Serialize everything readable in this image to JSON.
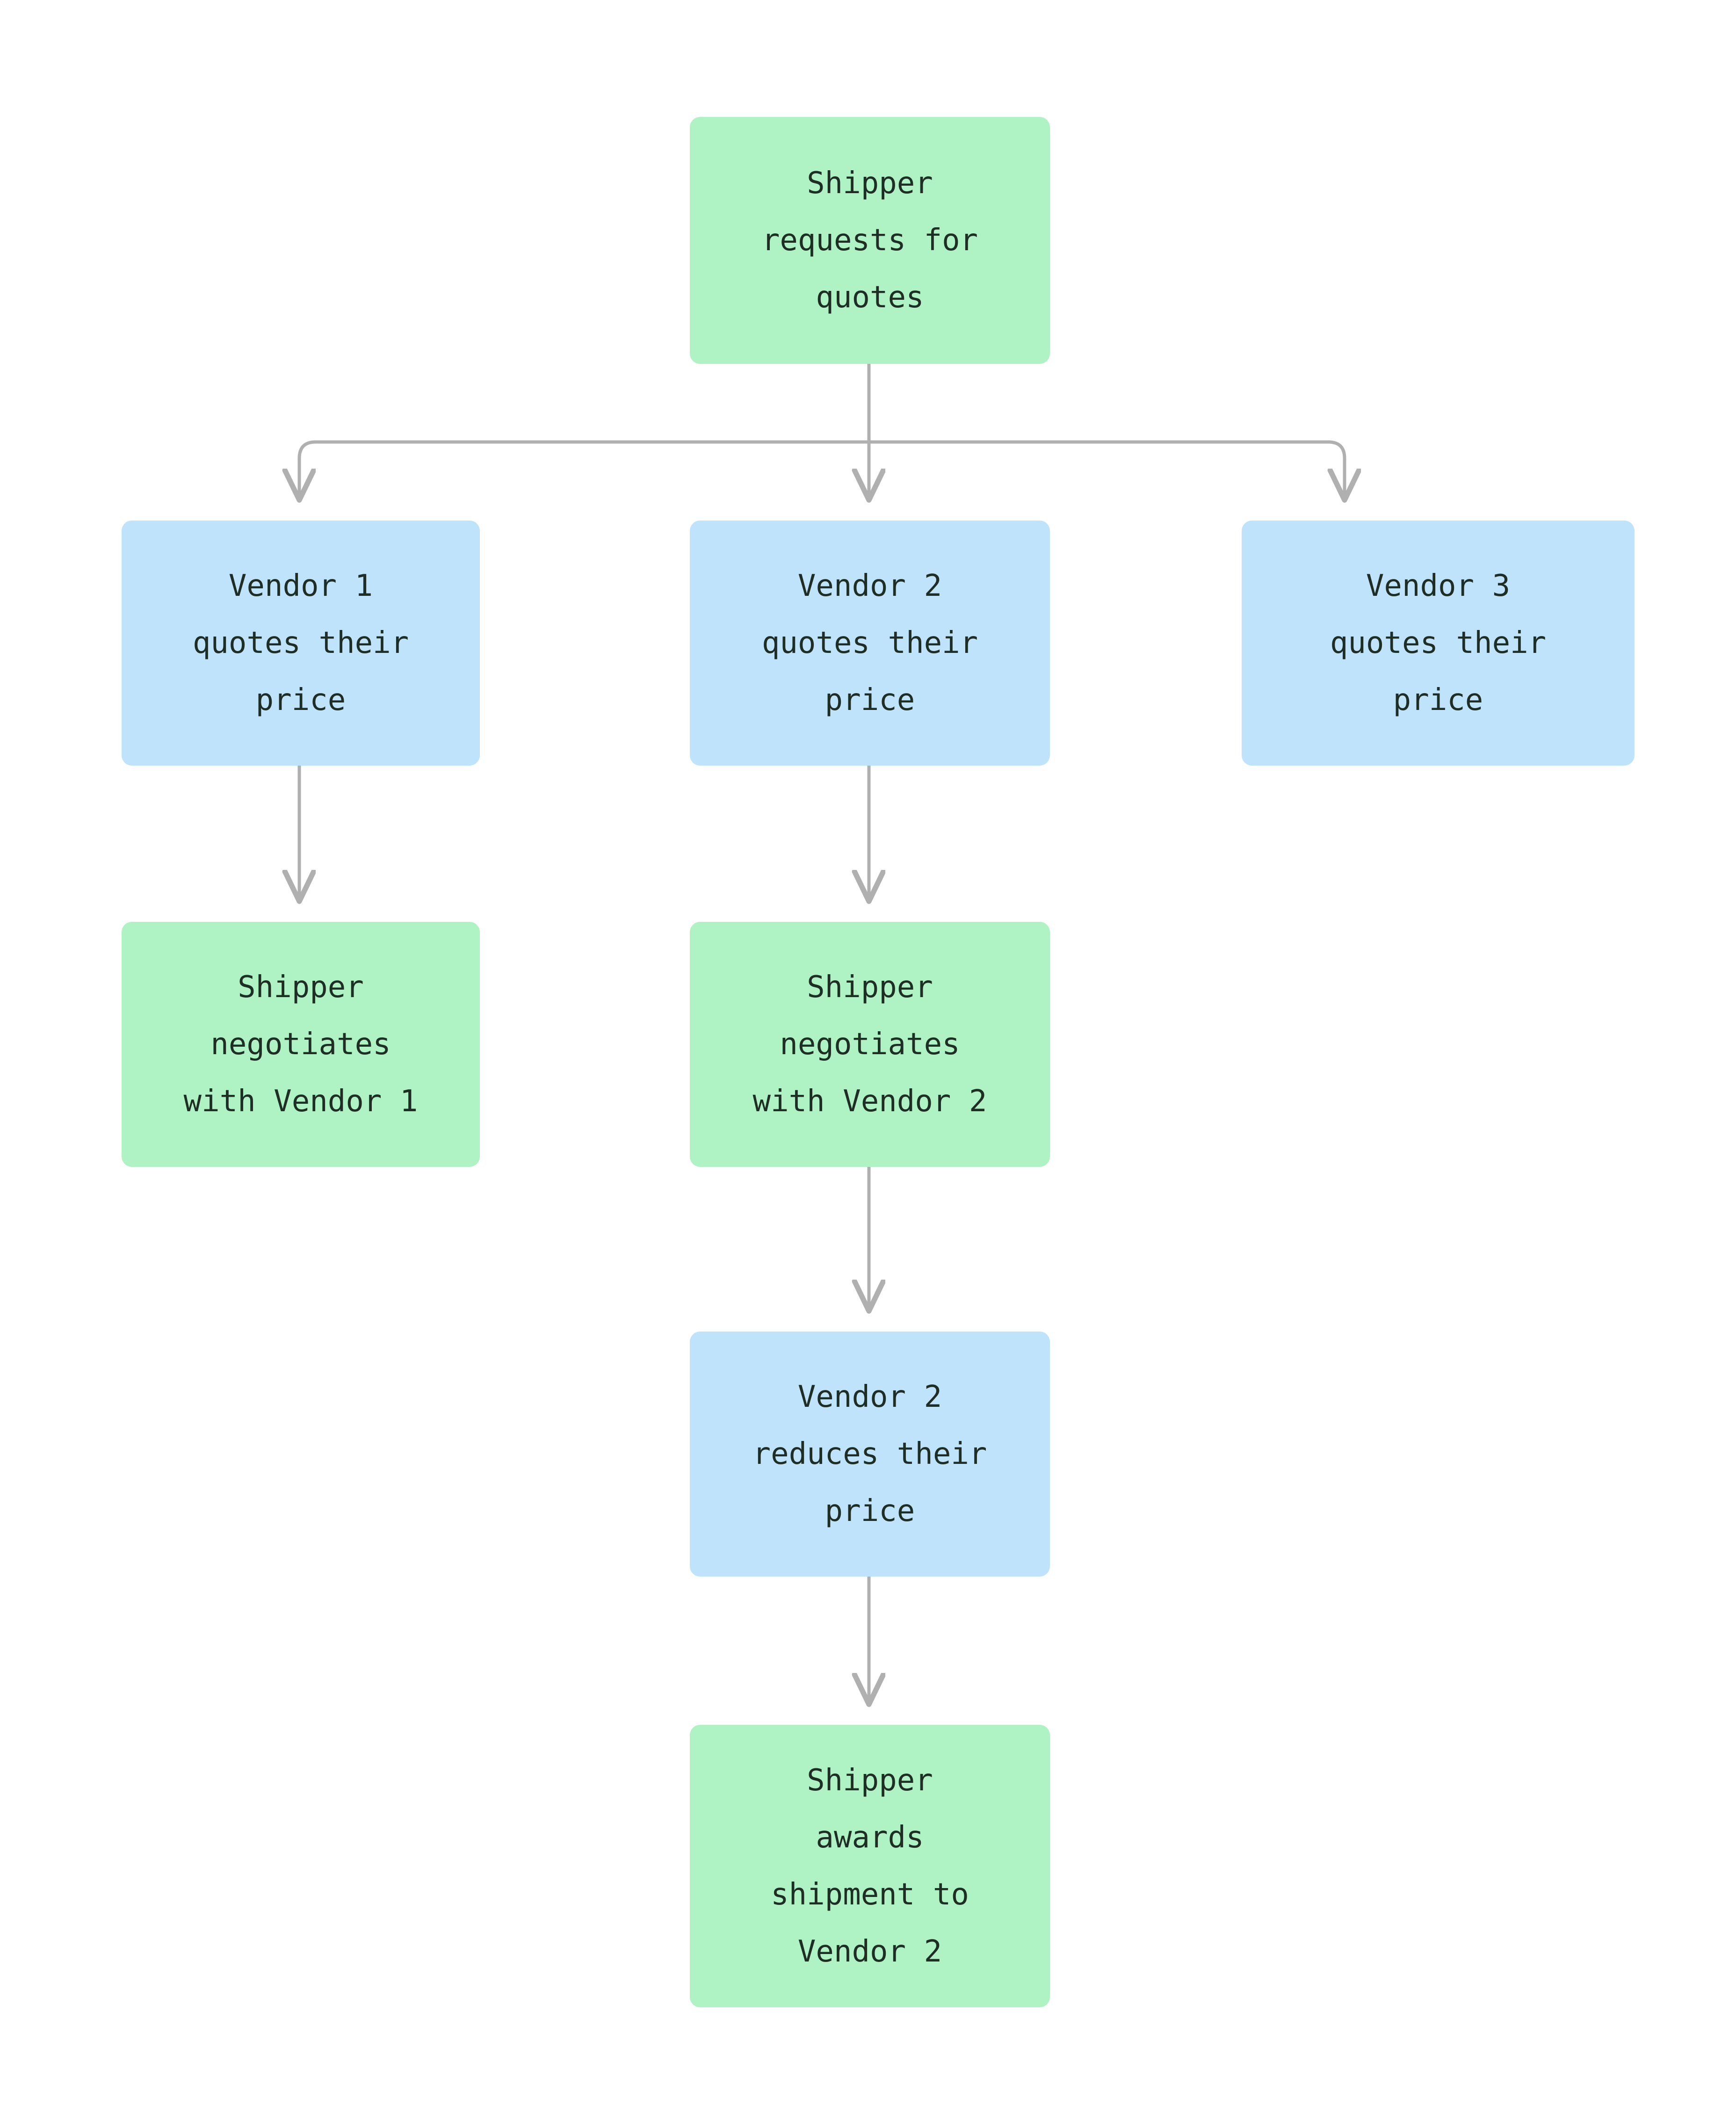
{
  "diagram": {
    "type": "flowchart",
    "orientation": "top-to-bottom",
    "background_color": "#ffffff",
    "edge_color": "#b0b0b0",
    "text_color": "#1f2e24",
    "node_fill_green": "#aff2c3",
    "node_fill_blue": "#bfe3fb",
    "nodes": [
      {
        "id": "shipper-request",
        "label": "Shipper\nrequests for\nquotes",
        "role": "shipper"
      },
      {
        "id": "vendor1-quote",
        "label": "Vendor 1\nquotes their\nprice",
        "role": "vendor"
      },
      {
        "id": "vendor2-quote",
        "label": "Vendor 2\nquotes their\nprice",
        "role": "vendor"
      },
      {
        "id": "vendor3-quote",
        "label": "Vendor 3\nquotes their\nprice",
        "role": "vendor"
      },
      {
        "id": "negotiate-v1",
        "label": "Shipper\nnegotiates\nwith Vendor 1",
        "role": "shipper"
      },
      {
        "id": "negotiate-v2",
        "label": "Shipper\nnegotiates\nwith Vendor 2",
        "role": "shipper"
      },
      {
        "id": "vendor2-reduce",
        "label": "Vendor 2\nreduces their\nprice",
        "role": "vendor"
      },
      {
        "id": "award-v2",
        "label": "Shipper\nawards\nshipment to\nVendor 2",
        "role": "shipper"
      }
    ],
    "edges": [
      {
        "from": "shipper-request",
        "to": "vendor1-quote"
      },
      {
        "from": "shipper-request",
        "to": "vendor2-quote"
      },
      {
        "from": "shipper-request",
        "to": "vendor3-quote"
      },
      {
        "from": "vendor1-quote",
        "to": "negotiate-v1"
      },
      {
        "from": "vendor2-quote",
        "to": "negotiate-v2"
      },
      {
        "from": "negotiate-v2",
        "to": "vendor2-reduce"
      },
      {
        "from": "vendor2-reduce",
        "to": "award-v2"
      }
    ]
  }
}
